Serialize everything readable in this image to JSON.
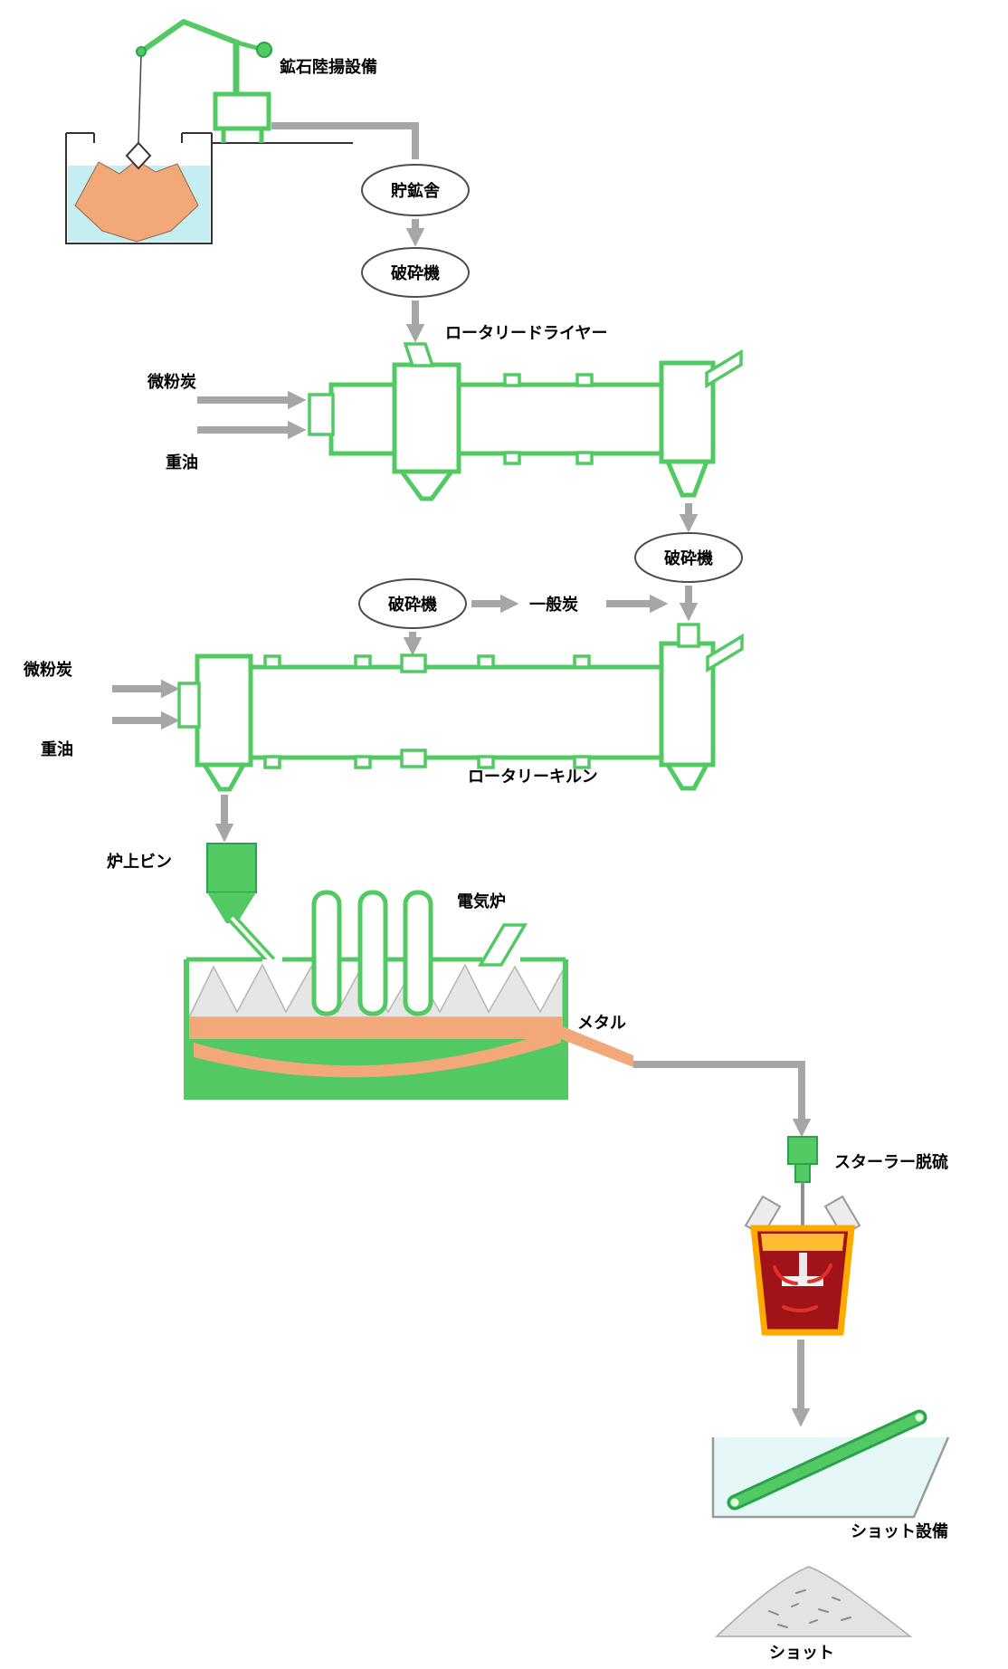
{
  "diagram": {
    "nodes": {
      "ore_unloading": "鉱石陸揚設備",
      "ore_storage": "貯鉱舎",
      "crusher_1": "破砕機",
      "rotary_dryer": "ロータリードライヤー",
      "pulverized_coal_dryer": "微粉炭",
      "heavy_oil_dryer": "重油",
      "crusher_right": "破砕機",
      "crusher_coal": "破砕機",
      "general_coal": "一般炭",
      "rotary_kiln": "ロータリーキルン",
      "pulverized_coal_kiln": "微粉炭",
      "heavy_oil_kiln": "重油",
      "furnace_bin": "炉上ビン",
      "electric_furnace": "電気炉",
      "metal": "メタル",
      "stirrer_desulfurization": "スターラー脱硫",
      "shot_equipment": "ショット設備",
      "shot": "ショット"
    },
    "colors": {
      "machine_green": "#53c963",
      "machine_green_dark": "#2aa24b",
      "arrow_gray": "#a6a6a6",
      "ore_orange": "#f2a878",
      "water_cyan": "#c4eef2",
      "pale_cyan": "#e6f7f7",
      "charge_gray": "#e6e6e6",
      "metal_red": "#a01318",
      "bright_red": "#e03028",
      "vessel_orange": "#ffaa00",
      "slag_yellow": "#ffbb33",
      "shot_gray": "#e3e3e3"
    }
  }
}
